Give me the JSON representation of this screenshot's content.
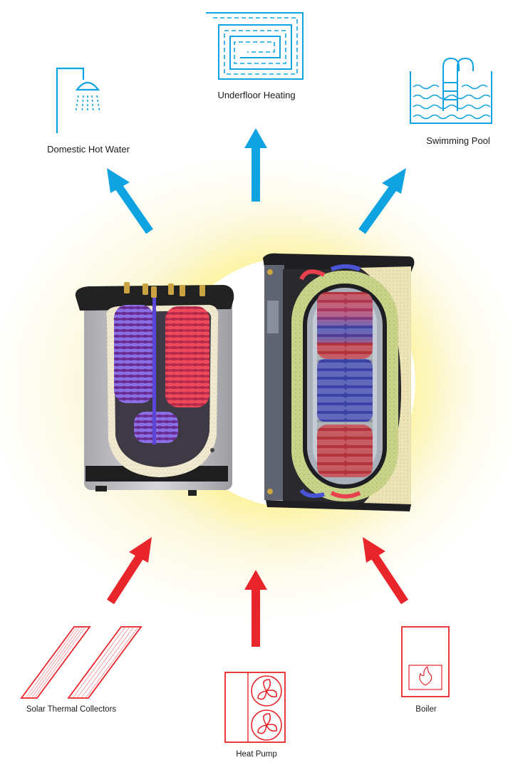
{
  "outputs": [
    {
      "id": "domestic-hot-water",
      "label": "Domestic Hot Water",
      "icon": "shower-icon"
    },
    {
      "id": "underfloor-heating",
      "label": "Underfloor Heating",
      "icon": "underfloor-pipe-icon"
    },
    {
      "id": "swimming-pool",
      "label": "Swimming Pool",
      "icon": "pool-ladder-icon"
    }
  ],
  "inputs": [
    {
      "id": "solar-thermal-collectors",
      "label": "Solar Thermal Collectors",
      "icon": "solar-panel-icon"
    },
    {
      "id": "heat-pump",
      "label": "Heat Pump",
      "icon": "heat-pump-fan-icon"
    },
    {
      "id": "boiler",
      "label": "Boiler",
      "icon": "boiler-flame-icon"
    }
  ],
  "colors": {
    "output_blue": "#0fa3e2",
    "input_red": "#e8252b",
    "hot_coil": "#e8404c",
    "cold_coil": "#4a55d6",
    "glow": "#fbf4bc"
  }
}
